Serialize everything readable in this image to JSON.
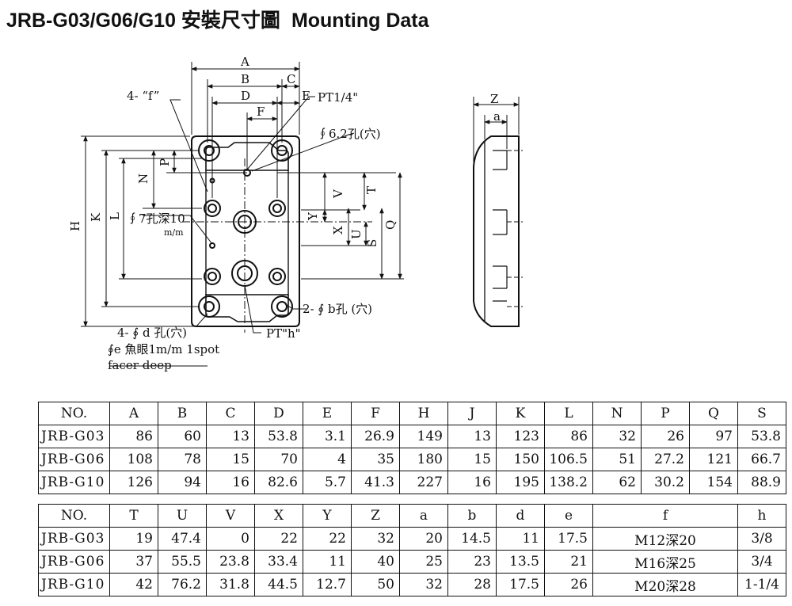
{
  "title": {
    "model": "JRB-G03/G06/G10 安裝尺寸圖",
    "english": "Mounting Data"
  },
  "diagram": {
    "labels": {
      "A": "A",
      "B": "B",
      "C": "C",
      "D": "D",
      "E": "E",
      "F": "F",
      "H": "H",
      "K": "K",
      "L": "L",
      "N": "N",
      "P": "P",
      "T": "T",
      "V": "V",
      "Y": "Y",
      "X": "X",
      "U": "U",
      "S": "S",
      "Q": "Q",
      "Z": "Z",
      "a": "a",
      "four_f": "4- “f”",
      "pt14": "PT1/4\"",
      "hole62": "∮6.2孔(穴)",
      "hole7": "∮7孔深10",
      "mm": "m/m",
      "two_b": "2- ∮ b孔 (穴)",
      "four_d": "4- ∮ d 孔(穴)",
      "pth": "PT\"h\"",
      "spot_e": "∮e 魚眼1m/m  1spot",
      "facer": "facer deep"
    }
  },
  "table1": {
    "header": [
      "NO.",
      "A",
      "B",
      "C",
      "D",
      "E",
      "F",
      "H",
      "J",
      "K",
      "L",
      "N",
      "P",
      "Q",
      "S"
    ],
    "rows": [
      [
        "JRB-G03",
        "86",
        "60",
        "13",
        "53.8",
        "3.1",
        "26.9",
        "149",
        "13",
        "123",
        "86",
        "32",
        "26",
        "97",
        "53.8"
      ],
      [
        "JRB-G06",
        "108",
        "78",
        "15",
        "70",
        "4",
        "35",
        "180",
        "15",
        "150",
        "106.5",
        "51",
        "27.2",
        "121",
        "66.7"
      ],
      [
        "JRB-G10",
        "126",
        "94",
        "16",
        "82.6",
        "5.7",
        "41.3",
        "227",
        "16",
        "195",
        "138.2",
        "62",
        "30.2",
        "154",
        "88.9"
      ]
    ]
  },
  "table2": {
    "header": [
      "NO.",
      "T",
      "U",
      "V",
      "X",
      "Y",
      "Z",
      "a",
      "b",
      "d",
      "e",
      "f",
      "h"
    ],
    "rows": [
      [
        "JRB-G03",
        "19",
        "47.4",
        "0",
        "22",
        "22",
        "32",
        "20",
        "14.5",
        "11",
        "17.5",
        "M12深20",
        "3/8"
      ],
      [
        "JRB-G06",
        "37",
        "55.5",
        "23.8",
        "33.4",
        "11",
        "40",
        "25",
        "23",
        "13.5",
        "21",
        "M16深25",
        "3/4"
      ],
      [
        "JRB-G10",
        "42",
        "76.2",
        "31.8",
        "44.5",
        "12.7",
        "50",
        "32",
        "28",
        "17.5",
        "26",
        "M20深28",
        "1-1/4"
      ]
    ]
  }
}
